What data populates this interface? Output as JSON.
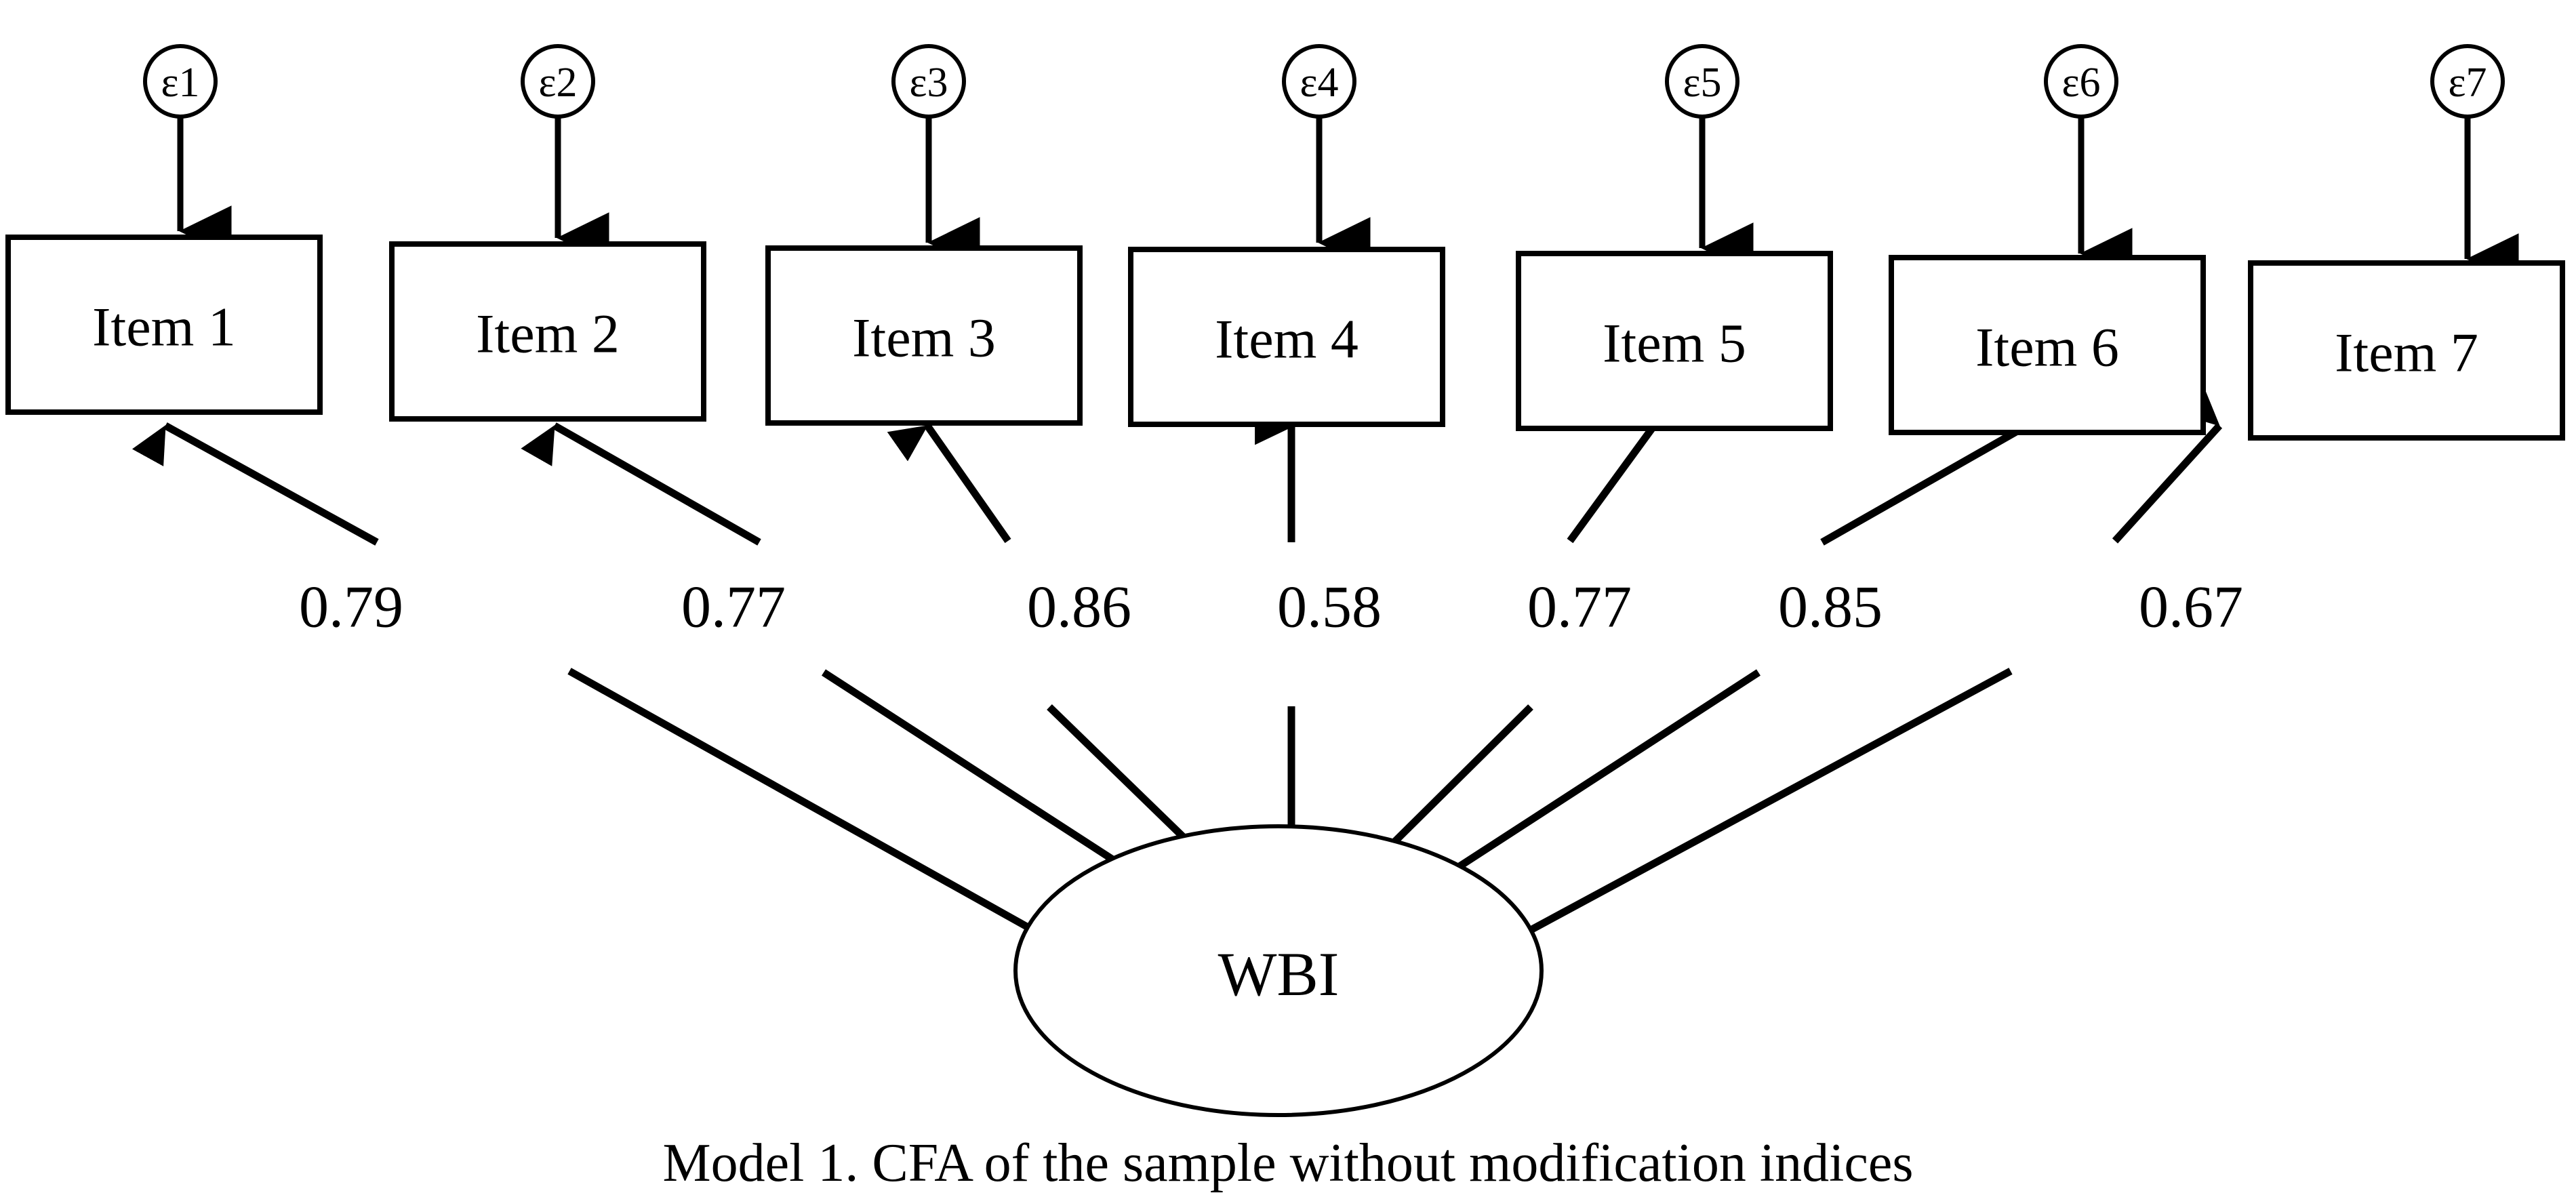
{
  "figure": {
    "caption": "Model 1. CFA of the sample without modification indices",
    "background_color": "#ffffff",
    "stroke_color": "#000000"
  },
  "factor": {
    "label": "WBI",
    "shape": "ellipse"
  },
  "errors": [
    {
      "label": "ε1"
    },
    {
      "label": "ε2"
    },
    {
      "label": "ε3"
    },
    {
      "label": "ε4"
    },
    {
      "label": "ε5"
    },
    {
      "label": "ε6"
    },
    {
      "label": "ε7"
    }
  ],
  "items": [
    {
      "label": "Item 1"
    },
    {
      "label": "Item 2"
    },
    {
      "label": "Item 3"
    },
    {
      "label": "Item 4"
    },
    {
      "label": "Item 5"
    },
    {
      "label": "Item 6"
    },
    {
      "label": "Item 7"
    }
  ],
  "loadings": [
    {
      "label": "0.79"
    },
    {
      "label": "0.77"
    },
    {
      "label": "0.86"
    },
    {
      "label": "0.58"
    },
    {
      "label": "0.77"
    },
    {
      "label": "0.85"
    },
    {
      "label": "0.67"
    }
  ],
  "chart_data": {
    "type": "diagram",
    "diagram_kind": "confirmatory-factor-analysis-path-diagram",
    "title": "Model 1. CFA of the sample without modification indices",
    "latent_variables": [
      "WBI"
    ],
    "observed_variables": [
      "Item 1",
      "Item 2",
      "Item 3",
      "Item 4",
      "Item 5",
      "Item 6",
      "Item 7"
    ],
    "error_terms": [
      "ε1",
      "ε2",
      "ε3",
      "ε4",
      "ε5",
      "ε6",
      "ε7"
    ],
    "standardized_factor_loadings": [
      {
        "from": "WBI",
        "to": "Item 1",
        "value": 0.79,
        "label": "0.79"
      },
      {
        "from": "WBI",
        "to": "Item 2",
        "value": 0.77,
        "label": "0.77"
      },
      {
        "from": "WBI",
        "to": "Item 3",
        "value": 0.86,
        "label": "0.86"
      },
      {
        "from": "WBI",
        "to": "Item 4",
        "value": 0.58,
        "label": "0.58"
      },
      {
        "from": "WBI",
        "to": "Item 5",
        "value": 0.77,
        "label": "0.77"
      },
      {
        "from": "WBI",
        "to": "Item 6",
        "value": 0.85,
        "label": "0.85"
      },
      {
        "from": "WBI",
        "to": "Item 7",
        "value": 0.67,
        "label": "0.67"
      }
    ],
    "error_paths": [
      {
        "from": "ε1",
        "to": "Item 1"
      },
      {
        "from": "ε2",
        "to": "Item 2"
      },
      {
        "from": "ε3",
        "to": "Item 3"
      },
      {
        "from": "ε4",
        "to": "Item 4"
      },
      {
        "from": "ε5",
        "to": "Item 5"
      },
      {
        "from": "ε6",
        "to": "Item 6"
      },
      {
        "from": "ε7",
        "to": "Item 7"
      }
    ]
  }
}
